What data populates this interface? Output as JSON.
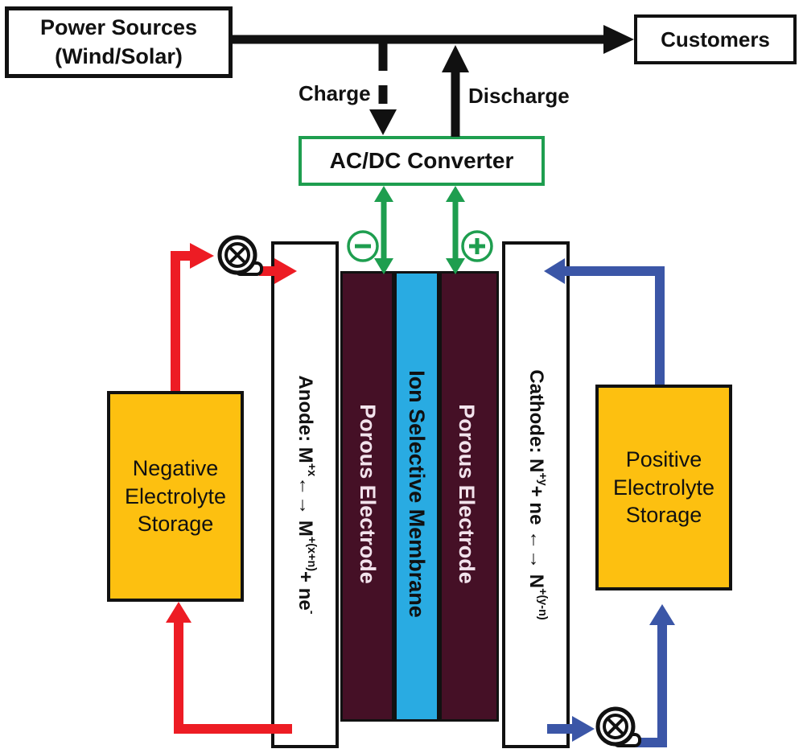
{
  "nodes": {
    "power_sources": {
      "label": "Power Sources\n(Wind/Solar)"
    },
    "customers": {
      "label": "Customers"
    },
    "converter": {
      "label": "AC/DC Converter"
    },
    "negative_storage": {
      "label": "Negative\nElectrolyte\nStorage"
    },
    "positive_storage": {
      "label": "Positive\nElectrolyte\nStorage"
    },
    "anode": {
      "formula": [
        {
          "t": "Anode: M"
        },
        {
          "t": "+x",
          "sup": true
        },
        {
          "t": " ←→ M"
        },
        {
          "t": "+(x+n)",
          "sup": true
        },
        {
          "t": " + ne"
        },
        {
          "t": "-",
          "sup": true
        }
      ]
    },
    "cathode": {
      "formula": [
        {
          "t": "Cathode: N"
        },
        {
          "t": "+y",
          "sup": true
        },
        {
          "t": " + ne ←→ N"
        },
        {
          "t": "+(y-n)",
          "sup": true
        }
      ]
    },
    "porous_electrode_left": {
      "label": "Porous Electrode"
    },
    "porous_electrode_right": {
      "label": "Porous Electrode"
    },
    "membrane": {
      "label": "Ion Selective Membrane"
    }
  },
  "flow_labels": {
    "charge": "Charge",
    "discharge": "Discharge",
    "negative_terminal": "−",
    "positive_terminal": "+"
  },
  "icons": {
    "pump_left": "pump-icon (circle with cross and outlet)",
    "pump_right": "pump-icon (circle with cross and outlet)"
  },
  "colors": {
    "line_black": "#111111",
    "red_negative_loop": "#ED1C24",
    "blue_positive_loop": "#3B56A7",
    "green_accent": "#1E9E4F",
    "electrode_maroon": "#451026",
    "membrane_cyan": "#29ABE2",
    "storage_yellow": "#FDC010",
    "electrode_text": "#F2E3EC"
  }
}
